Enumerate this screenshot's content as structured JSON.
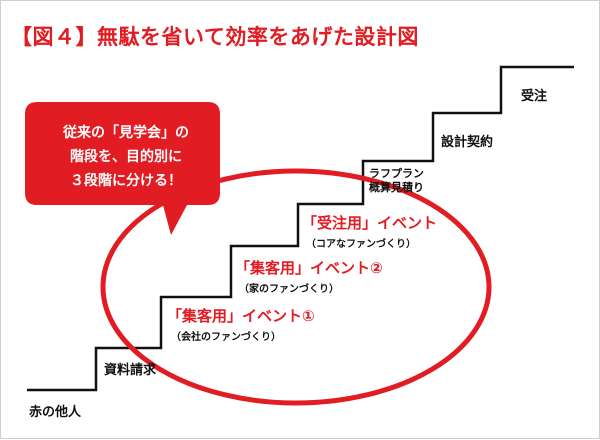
{
  "title": "【図４】無駄を省いて効率をあげた設計図",
  "callout": {
    "lines": [
      "従来の「見学会」の",
      "階段を、目的別に",
      "３段階に分ける！"
    ]
  },
  "steps": {
    "start": "赤の他人",
    "request": "資料請求",
    "estimate": "ラフプラン\n概算見積り",
    "contract": "設計契約",
    "order": "受注"
  },
  "events": [
    {
      "title": "「集客用」イベント①",
      "subtitle": "（会社のファンづくり）"
    },
    {
      "title": "「集客用」イベント②",
      "subtitle": "（家のファンづくり）"
    },
    {
      "title": "「受注用」イベント",
      "subtitle": "（コアなファンづくり）"
    }
  ],
  "colors": {
    "accent": "#e11d23",
    "text": "#111111",
    "background": "#ffffff"
  }
}
